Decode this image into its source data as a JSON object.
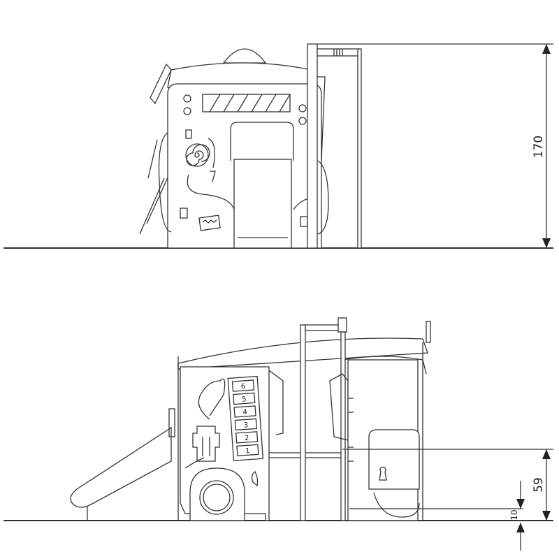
{
  "drawing": {
    "top_view": {
      "height_dimension": "170"
    },
    "side_view": {
      "platform_dimension": "59",
      "clearance_dimension": "10",
      "ladder_numbers": [
        "6",
        "5",
        "4",
        "3",
        "2",
        "1"
      ]
    },
    "colors": {
      "line": "#333333",
      "background": "#ffffff"
    }
  }
}
